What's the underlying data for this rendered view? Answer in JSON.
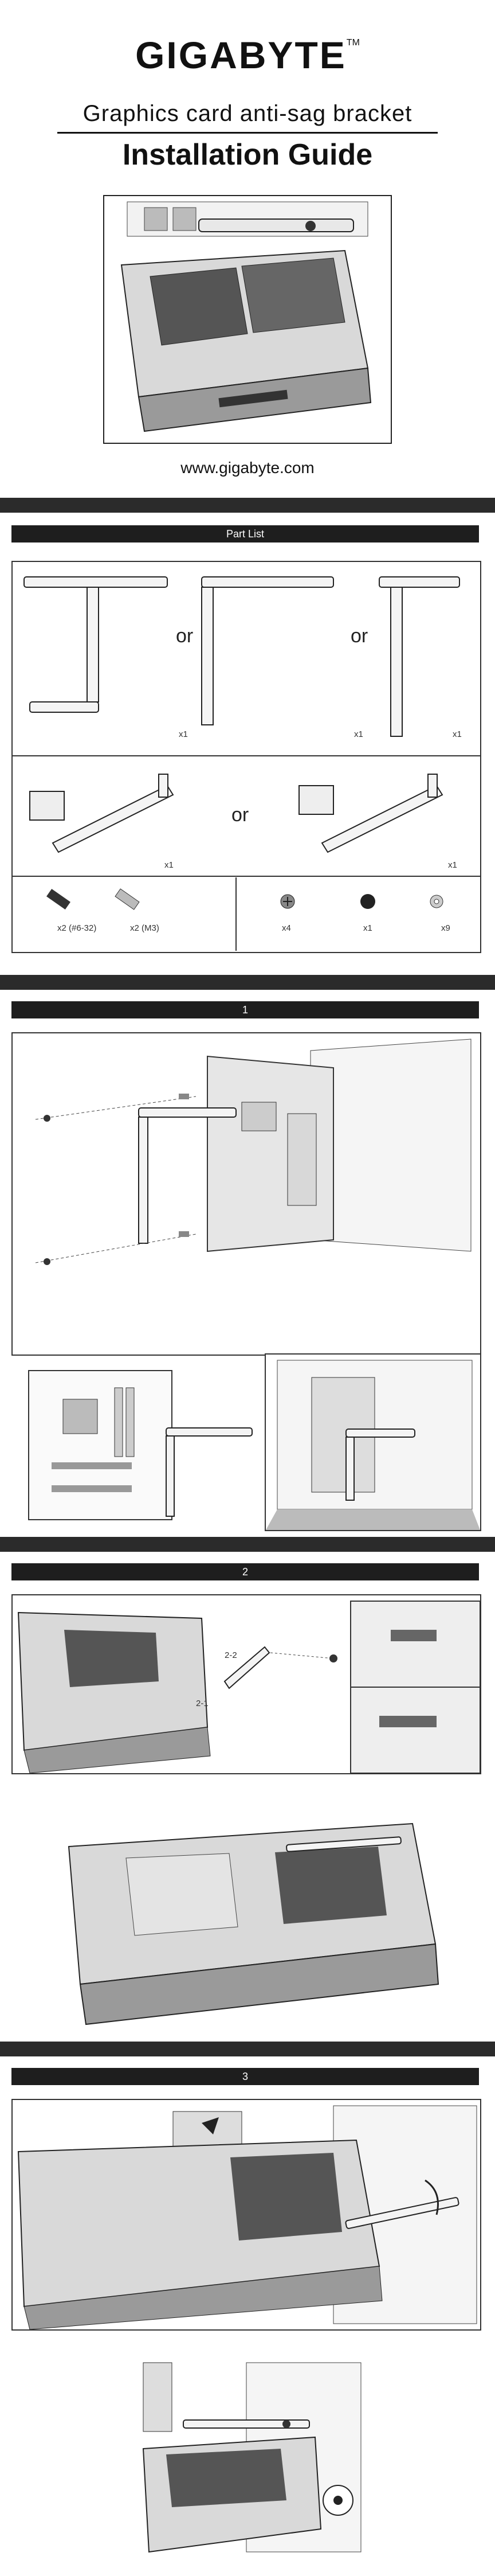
{
  "brand": {
    "name": "GIGABYTE",
    "tm": "TM"
  },
  "header": {
    "subtitle": "Graphics card anti-sag bracket",
    "title": "Installation Guide",
    "url": "www.gigabyte.com"
  },
  "parts": {
    "heading": "Part List",
    "or": "or",
    "brackets": [
      {
        "qty": "x1"
      },
      {
        "qty": "x1"
      },
      {
        "qty": "x1"
      }
    ],
    "holders": [
      {
        "qty": "x1"
      },
      {
        "qty": "x1"
      }
    ],
    "screws": [
      {
        "qty": "x2 (#6-32)"
      },
      {
        "qty": "x2 (M3)"
      },
      {
        "qty": "x4"
      },
      {
        "qty": "x1"
      },
      {
        "qty": "x9"
      }
    ]
  },
  "steps": [
    {
      "number": "1"
    },
    {
      "number": "2",
      "labels": [
        "2-2",
        "2-1"
      ]
    },
    {
      "number": "3"
    }
  ]
}
